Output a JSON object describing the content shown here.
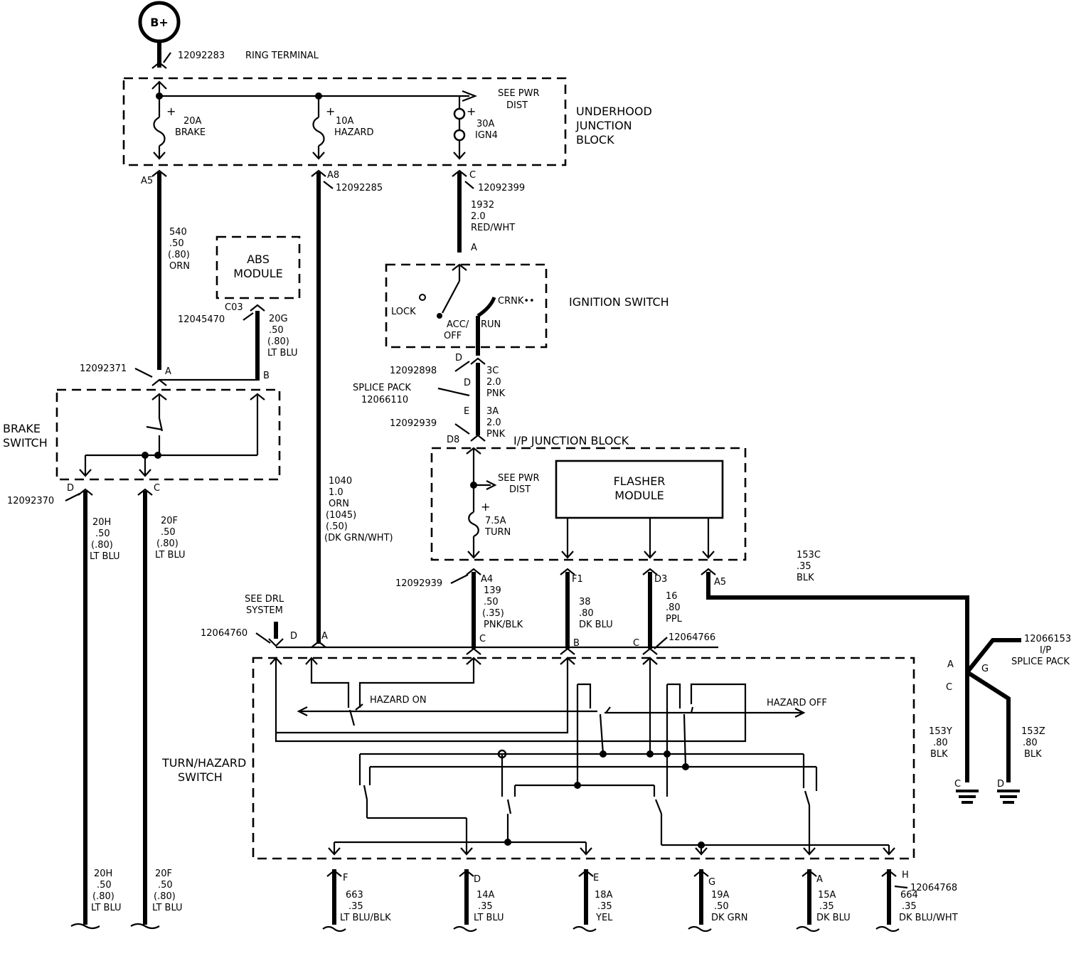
{
  "battery": {
    "label": "B+",
    "connector": "12092283",
    "terminal": "RING TERMINAL"
  },
  "underhood": {
    "title": [
      "UNDERHOOD",
      "JUNCTION",
      "BLOCK"
    ],
    "see_pwr_dist": [
      "SEE PWR",
      "DIST"
    ],
    "fuses": [
      {
        "amp": "20A",
        "name": "BRAKE",
        "pin": "A5"
      },
      {
        "amp": "10A",
        "name": "HAZARD",
        "pin": "A8"
      },
      {
        "amp": "30A",
        "name": "IGN4",
        "pin": "C"
      }
    ],
    "connector": "12092285",
    "connector_c": "12092399"
  },
  "wires": {
    "w540": [
      "540",
      ".50",
      "(.80)",
      "ORN"
    ],
    "w1932": [
      "1932",
      "2.0",
      "RED/WHT"
    ],
    "w20g": [
      "20G",
      ".50",
      "(.80)",
      "LT BLU"
    ],
    "w3c": [
      "3C",
      "2.0",
      "PNK"
    ],
    "w3a": [
      "3A",
      "2.0",
      "PNK"
    ],
    "w1040": [
      "1040",
      "1.0",
      "ORN",
      "(1045)",
      "(.50)",
      "(DK GRN/WHT)"
    ],
    "w20h": [
      "20H",
      ".50",
      "(.80)",
      "LT BLU"
    ],
    "w20f": [
      "20F",
      ".50",
      "(.80)",
      "LT BLU"
    ],
    "w139": [
      "139",
      ".50",
      "(.35)",
      "PNK/BLK"
    ],
    "w38": [
      "38",
      ".80",
      "DK BLU"
    ],
    "w16": [
      "16",
      ".80",
      "PPL"
    ],
    "w153c": [
      "153C",
      ".35",
      "BLK"
    ],
    "w153y": [
      "153Y",
      ".80",
      "BLK"
    ],
    "w153z": [
      "153Z",
      ".80",
      "BLK"
    ],
    "w663": [
      "663",
      ".35",
      "LT BLU/BLK"
    ],
    "w14a": [
      "14A",
      ".35",
      "LT BLU"
    ],
    "w18a": [
      "18A",
      ".35",
      "YEL"
    ],
    "w19a": [
      "19A",
      ".50",
      "DK GRN"
    ],
    "w15a": [
      "15A",
      ".35",
      "DK BLU"
    ],
    "w664": [
      "664",
      ".35",
      "DK BLU/WHT"
    ]
  },
  "abs": {
    "title": [
      "ABS",
      "MODULE"
    ],
    "pin": "C03",
    "connector": "12045470"
  },
  "ignition": {
    "title": "IGNITION SWITCH",
    "lock": "LOCK",
    "acc": "ACC/",
    "off": "OFF",
    "run": "RUN",
    "crnk": "CRNK••",
    "pin_a": "A",
    "pin_d": "D"
  },
  "splice_pack": {
    "name": "SPLICE PACK",
    "part": "12066110",
    "pin_d": "D",
    "pin_e": "E",
    "connector_top": "12092898",
    "connector_bot": "12092939",
    "pin_d8": "D8"
  },
  "ip_block": {
    "title": "I/P JUNCTION BLOCK",
    "see_pwr_dist": [
      "SEE PWR",
      "DIST"
    ],
    "fuse_amp": "7.5A",
    "fuse_name": "TURN",
    "flasher": [
      "FLASHER",
      "MODULE"
    ],
    "pins": [
      "A4",
      "F1",
      "D3",
      "A5"
    ],
    "connector": "12092939"
  },
  "brake": {
    "title": [
      "BRAKE",
      "SWITCH"
    ],
    "pin_a": "A",
    "pin_b": "B",
    "pin_d": "D",
    "pin_c": "C",
    "connector_top": "12092371",
    "connector_bot": "12092370"
  },
  "drl": {
    "label": [
      "SEE DRL",
      "SYSTEM"
    ],
    "connector": "12064760"
  },
  "turn_hazard": {
    "title": [
      "TURN/HAZARD",
      "SWITCH"
    ],
    "hazard_on": "HAZARD ON",
    "hazard_off": "HAZARD OFF",
    "top_pins": [
      "D",
      "A",
      "C",
      "B",
      "C"
    ],
    "connector_c": "12064766",
    "bottom_pins": [
      "F",
      "D",
      "E",
      "G",
      "A",
      "H"
    ],
    "connector_bottom": "12064768"
  },
  "ip_splice": {
    "part": "12066153",
    "name": [
      "I/P",
      "SPLICE PACK"
    ],
    "pin_a": "A",
    "pin_g": "G",
    "pin_c": "C",
    "ground_c": "C",
    "ground_d": "D"
  }
}
